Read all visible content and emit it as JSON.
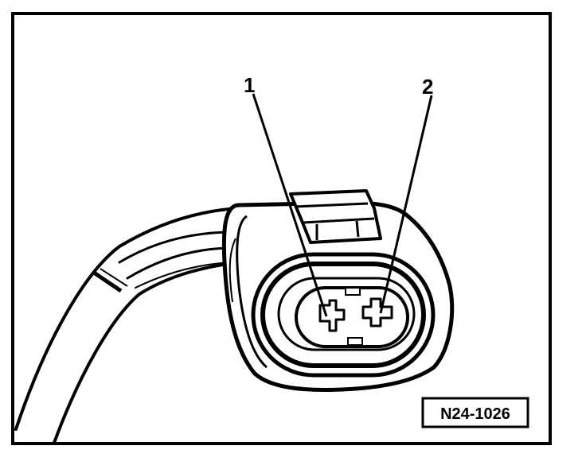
{
  "callouts": [
    {
      "label": "1"
    },
    {
      "label": "2"
    }
  ],
  "figure_code": "N24-1026",
  "colors": {
    "ink": "#000000",
    "paper": "#ffffff"
  }
}
